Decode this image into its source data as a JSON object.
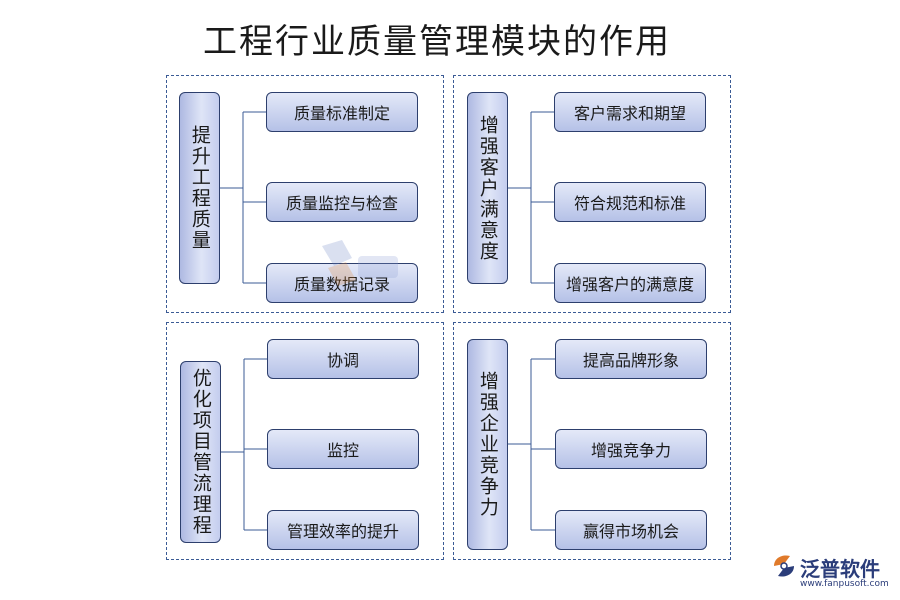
{
  "title": "工程行业质量管理模块的作用",
  "sections": [
    {
      "heading": "提升工程质量",
      "items": [
        "质量标准制定",
        "质量监控与检查",
        "质量数据记录"
      ]
    },
    {
      "heading": "增强客户满意度",
      "items": [
        "客户需求和期望",
        "符合规范和标准",
        "增强客户的满意度"
      ]
    },
    {
      "heading": "优化项目管流理程",
      "items": [
        "协调",
        "监控",
        "管理效率的提升"
      ]
    },
    {
      "heading": "增强企业竞争力",
      "items": [
        "提高品牌形象",
        "增强竞争力",
        "赢得市场机会"
      ]
    }
  ],
  "logo": {
    "name": "泛普软件",
    "url": "www.fanpusoft.com"
  },
  "colors": {
    "border": "#2d3f6d",
    "fill": "#b5c1e7",
    "line": "#3b5b95"
  }
}
